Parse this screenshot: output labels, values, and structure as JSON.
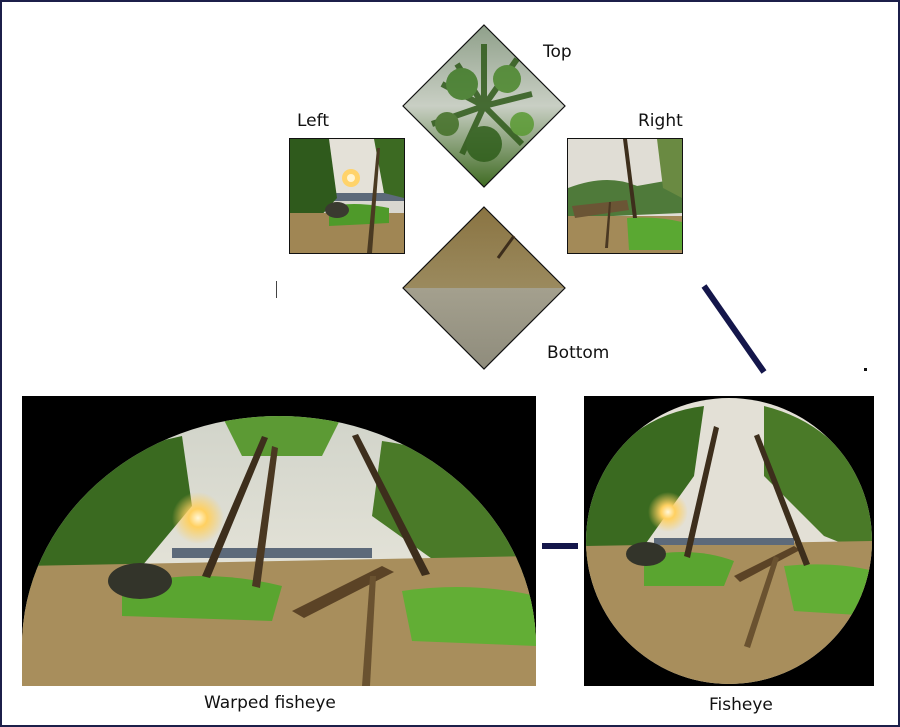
{
  "labels": {
    "top": "Top",
    "left": "Left",
    "right": "Right",
    "bottom": "Bottom",
    "warped": "Warped fisheye",
    "fisheye": "Fisheye"
  },
  "colors": {
    "frame": "#1c1f4a",
    "connector": "#14164a",
    "sky": "#e6e3dc",
    "foliage": "#3e6b23",
    "ground": "#a88e5c",
    "grass": "#57a02f",
    "sun": "#ffcc55"
  }
}
